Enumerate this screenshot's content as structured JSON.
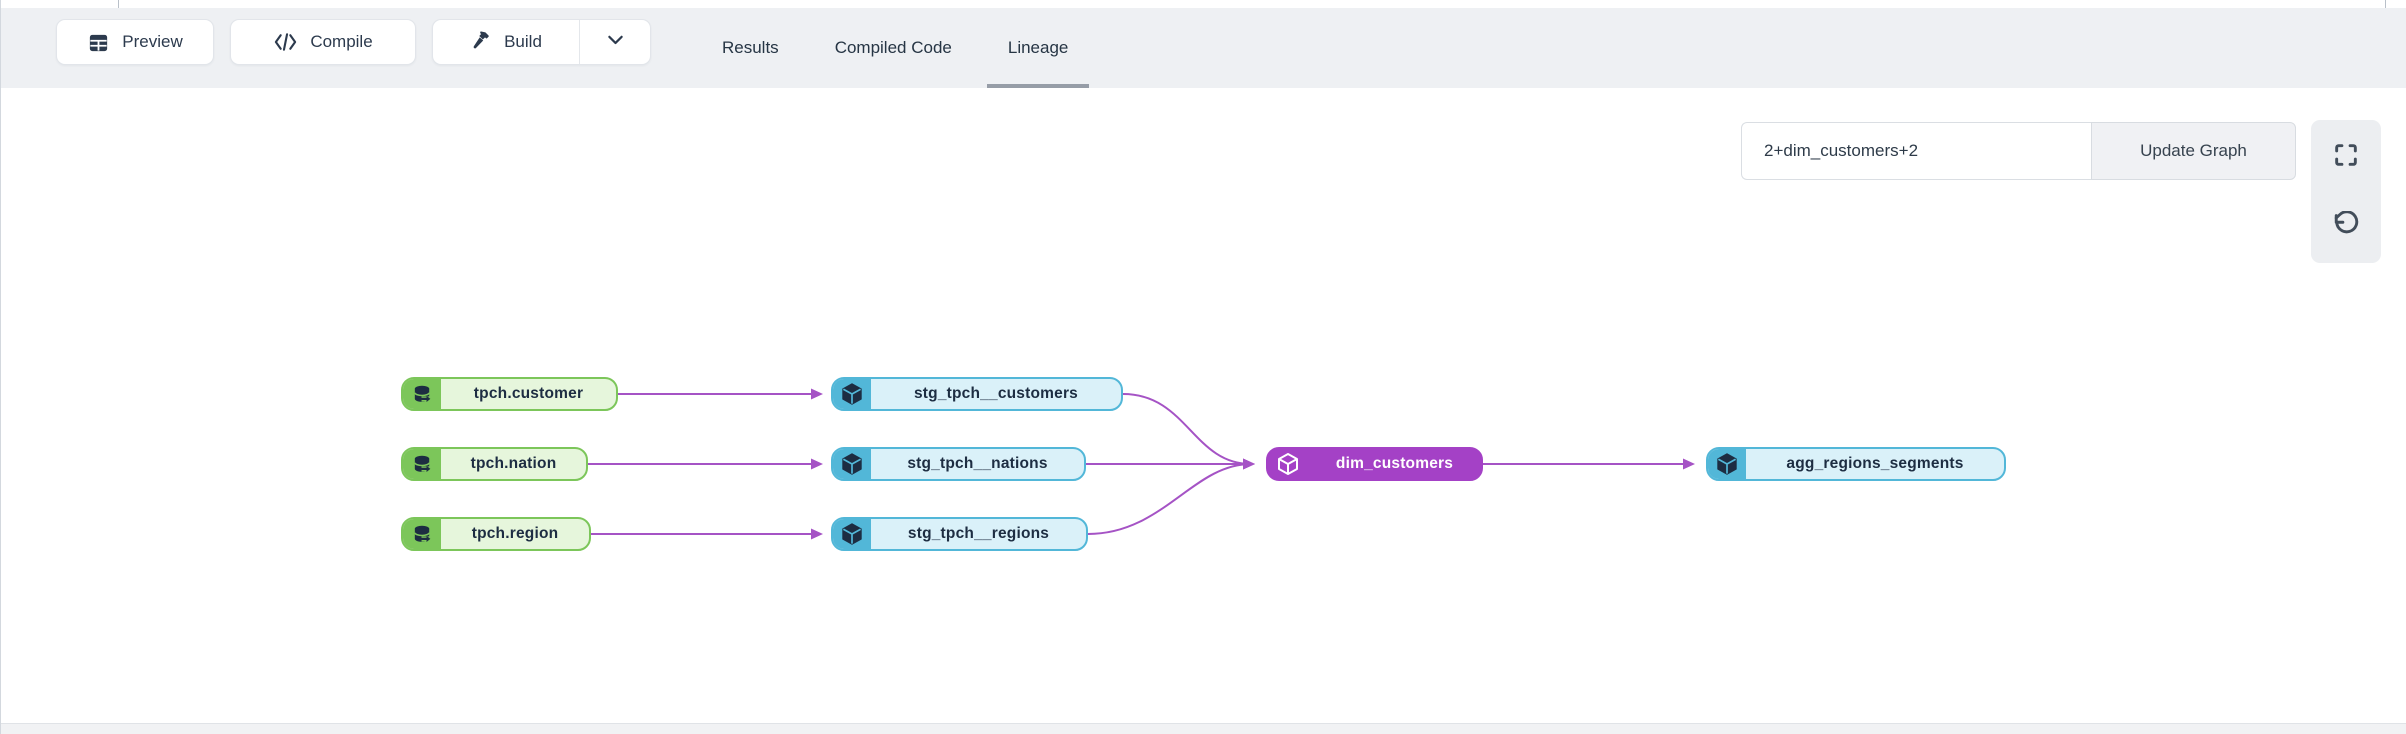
{
  "toolbar": {
    "preview_label": "Preview",
    "compile_label": "Compile",
    "build_label": "Build"
  },
  "tabs": [
    {
      "label": "Results",
      "active": false
    },
    {
      "label": "Compiled Code",
      "active": false
    },
    {
      "label": "Lineage",
      "active": true
    }
  ],
  "lineage_controls": {
    "selector_value": "2+dim_customers+2",
    "update_button_label": "Update Graph"
  },
  "icons": {
    "preview": "table-grid-icon",
    "compile": "code-icon",
    "build": "hammer-icon",
    "build_menu": "chevron-down-icon",
    "fullscreen": "fullscreen-expand-icon",
    "reset": "rotate-ccw-icon",
    "source_node": "database-source-icon",
    "model_node": "cube-icon"
  },
  "graph": {
    "nodes": [
      {
        "label": "tpch.customer",
        "type": "source"
      },
      {
        "label": "tpch.nation",
        "type": "source"
      },
      {
        "label": "tpch.region",
        "type": "source"
      },
      {
        "label": "stg_tpch__customers",
        "type": "model"
      },
      {
        "label": "stg_tpch__nations",
        "type": "model"
      },
      {
        "label": "stg_tpch__regions",
        "type": "model"
      },
      {
        "label": "dim_customers",
        "type": "model-selected"
      },
      {
        "label": "agg_regions_segments",
        "type": "model"
      }
    ],
    "edges": [
      {
        "source": "tpch.customer",
        "target": "stg_tpch__customers"
      },
      {
        "source": "tpch.nation",
        "target": "stg_tpch__nations"
      },
      {
        "source": "tpch.region",
        "target": "stg_tpch__regions"
      },
      {
        "source": "stg_tpch__customers",
        "target": "dim_customers"
      },
      {
        "source": "stg_tpch__nations",
        "target": "dim_customers"
      },
      {
        "source": "stg_tpch__regions",
        "target": "dim_customers"
      },
      {
        "source": "dim_customers",
        "target": "agg_regions_segments"
      }
    ],
    "colors": {
      "source_accent": "#7cc65a",
      "source_fill": "#e6f6dc",
      "model_accent": "#52b7d8",
      "model_fill": "#daf1f9",
      "selected_fill": "#a441c6",
      "edge": "#a553c5",
      "node_text": "#1d2d42"
    }
  }
}
